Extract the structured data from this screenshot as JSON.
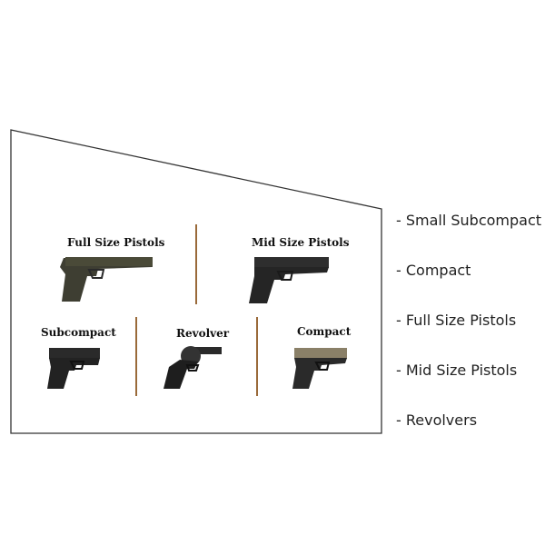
{
  "categories": [
    {
      "label": "Full Size Pistols",
      "icon": "full-size-pistol-icon"
    },
    {
      "label": "Mid Size Pistols",
      "icon": "mid-size-pistol-icon"
    },
    {
      "label": "Subcompact",
      "icon": "subcompact-pistol-icon"
    },
    {
      "label": "Revolver",
      "icon": "revolver-icon"
    },
    {
      "label": "Compact",
      "icon": "compact-pistol-icon"
    }
  ],
  "legend_items": [
    "- Small Subcompact",
    "- Compact",
    "- Full Size Pistols",
    "- Mid Size Pistols",
    "- Revolvers"
  ],
  "colors": {
    "gun_body": "#2a2a2a",
    "olive_frame": "#4a4a38",
    "tan_slide": "#8a8068",
    "divider": "#9a6a3a",
    "outline": "#333333"
  }
}
